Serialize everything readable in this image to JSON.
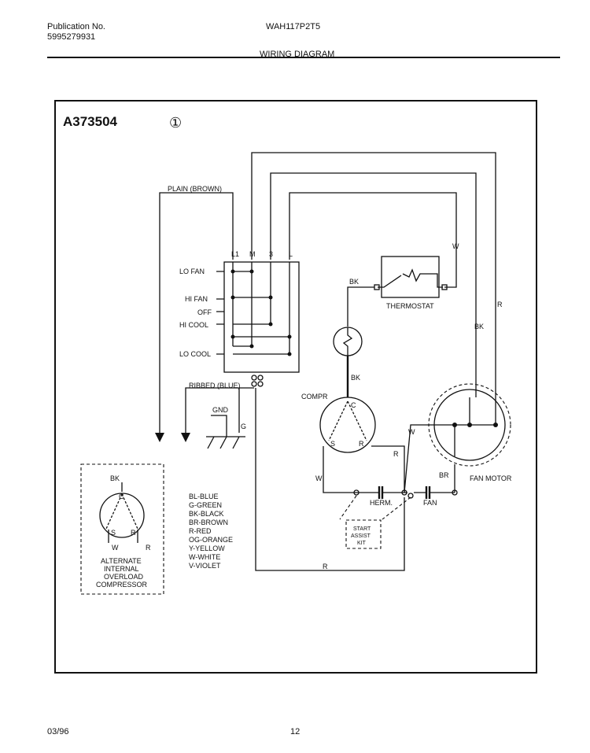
{
  "header": {
    "publication_label": "Publication No.",
    "publication_number": "5995279931",
    "model": "WAH117P2T5",
    "title": "WIRING DIAGRAM"
  },
  "footer": {
    "date": "03/96",
    "page": "12"
  },
  "diagram": {
    "code": "A373504",
    "circled_number": "①",
    "plain_wire": "PLAIN (BROWN)",
    "ribbed_wire": "RIBBED (BLUE)",
    "switch_terminals": [
      "L1",
      "M",
      "3",
      "L"
    ],
    "switch_positions": [
      "LO FAN",
      "HI FAN",
      "OFF",
      "HI COOL",
      "LO COOL"
    ],
    "ground": "GND",
    "ground_wire": "G",
    "thermostat": "THERMOSTAT",
    "compressor": "COMPR",
    "fan_motor": "FAN MOTOR",
    "herm": "HERM.",
    "fan": "FAN",
    "start_assist_kit": [
      "START",
      "ASSIST",
      "KIT"
    ],
    "terminals": {
      "c": "C",
      "s": "S",
      "r": "R"
    },
    "wire_labels": {
      "bk": "BK",
      "w": "W",
      "r": "R",
      "br": "BR"
    },
    "alternate_lines": [
      "ALTERNATE",
      "INTERNAL",
      "OVERLOAD",
      "COMPRESSOR"
    ],
    "legend": [
      "BL-BLUE",
      "G-GREEN",
      "BK-BLACK",
      "BR-BROWN",
      "R-RED",
      "OG-ORANGE",
      "Y-YELLOW",
      "W-WHITE",
      "V-VIOLET"
    ]
  }
}
